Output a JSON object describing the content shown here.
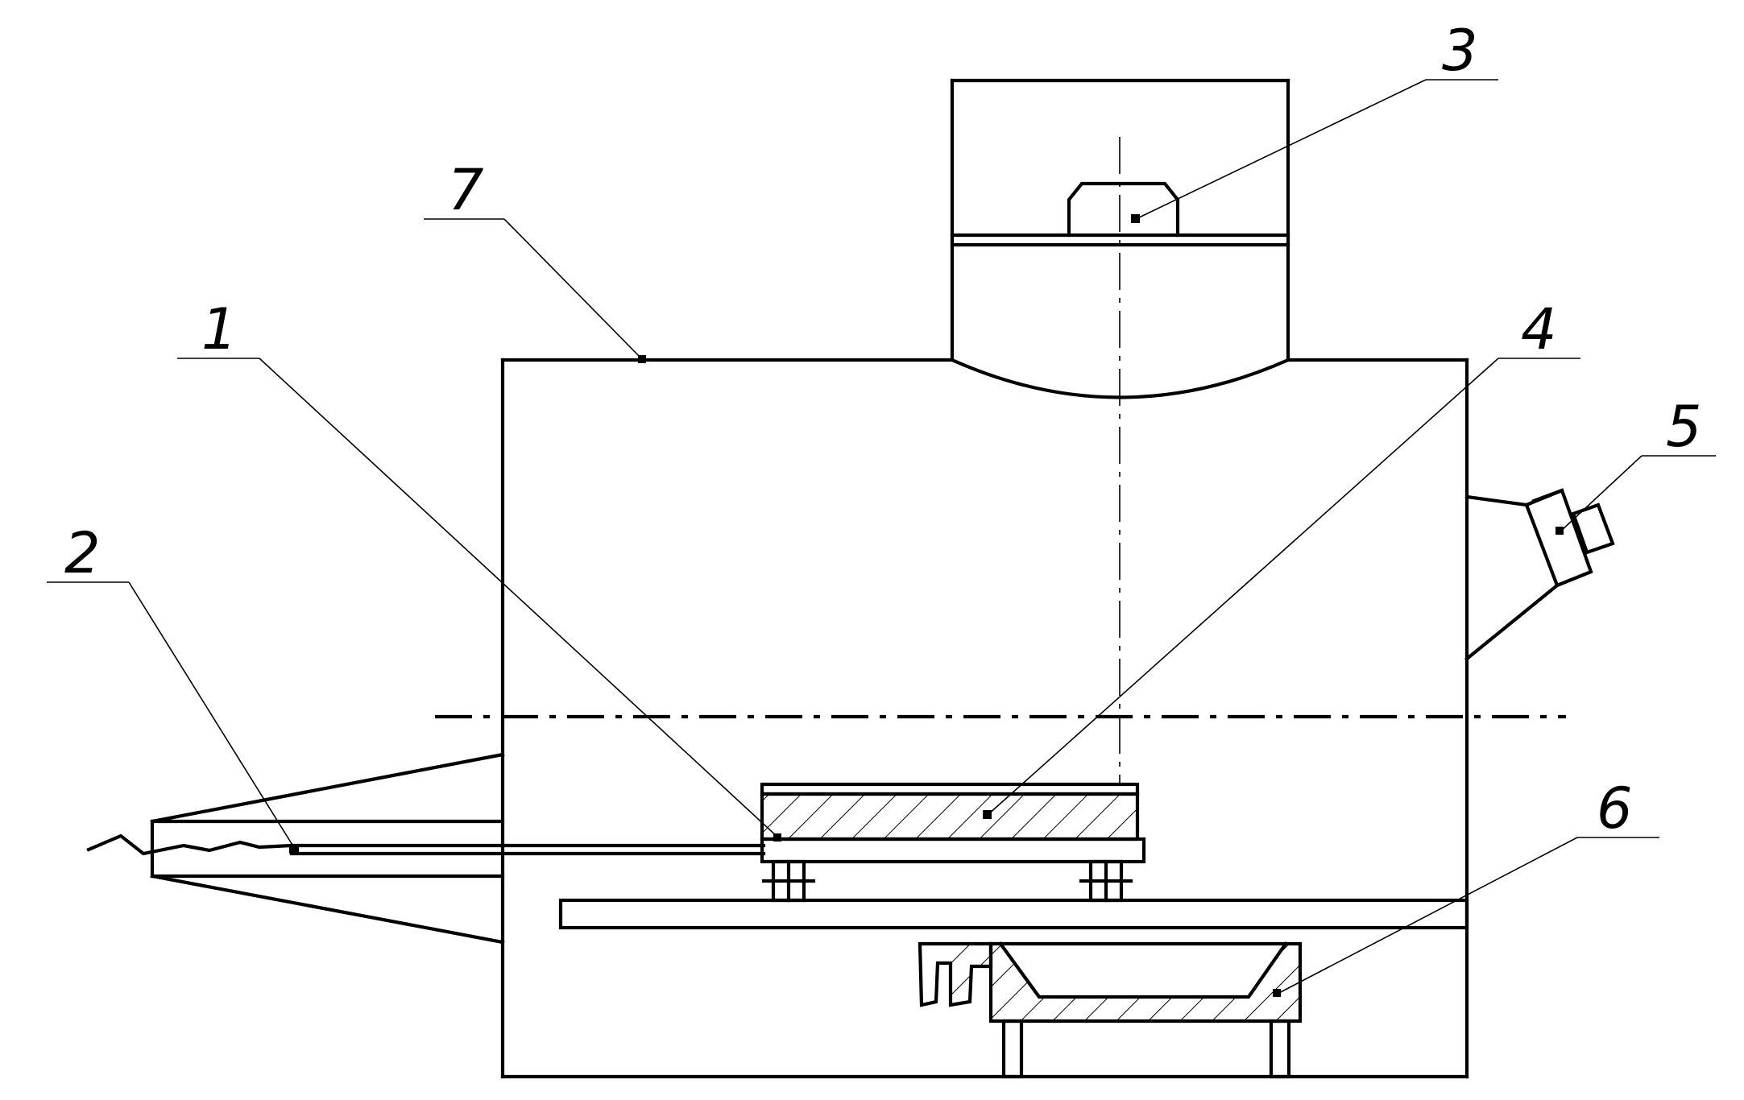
{
  "callouts": [
    {
      "id": "1",
      "label": "1"
    },
    {
      "id": "2",
      "label": "2"
    },
    {
      "id": "3",
      "label": "3"
    },
    {
      "id": "4",
      "label": "4"
    },
    {
      "id": "5",
      "label": "5"
    },
    {
      "id": "6",
      "label": "6"
    },
    {
      "id": "7",
      "label": "7"
    }
  ]
}
